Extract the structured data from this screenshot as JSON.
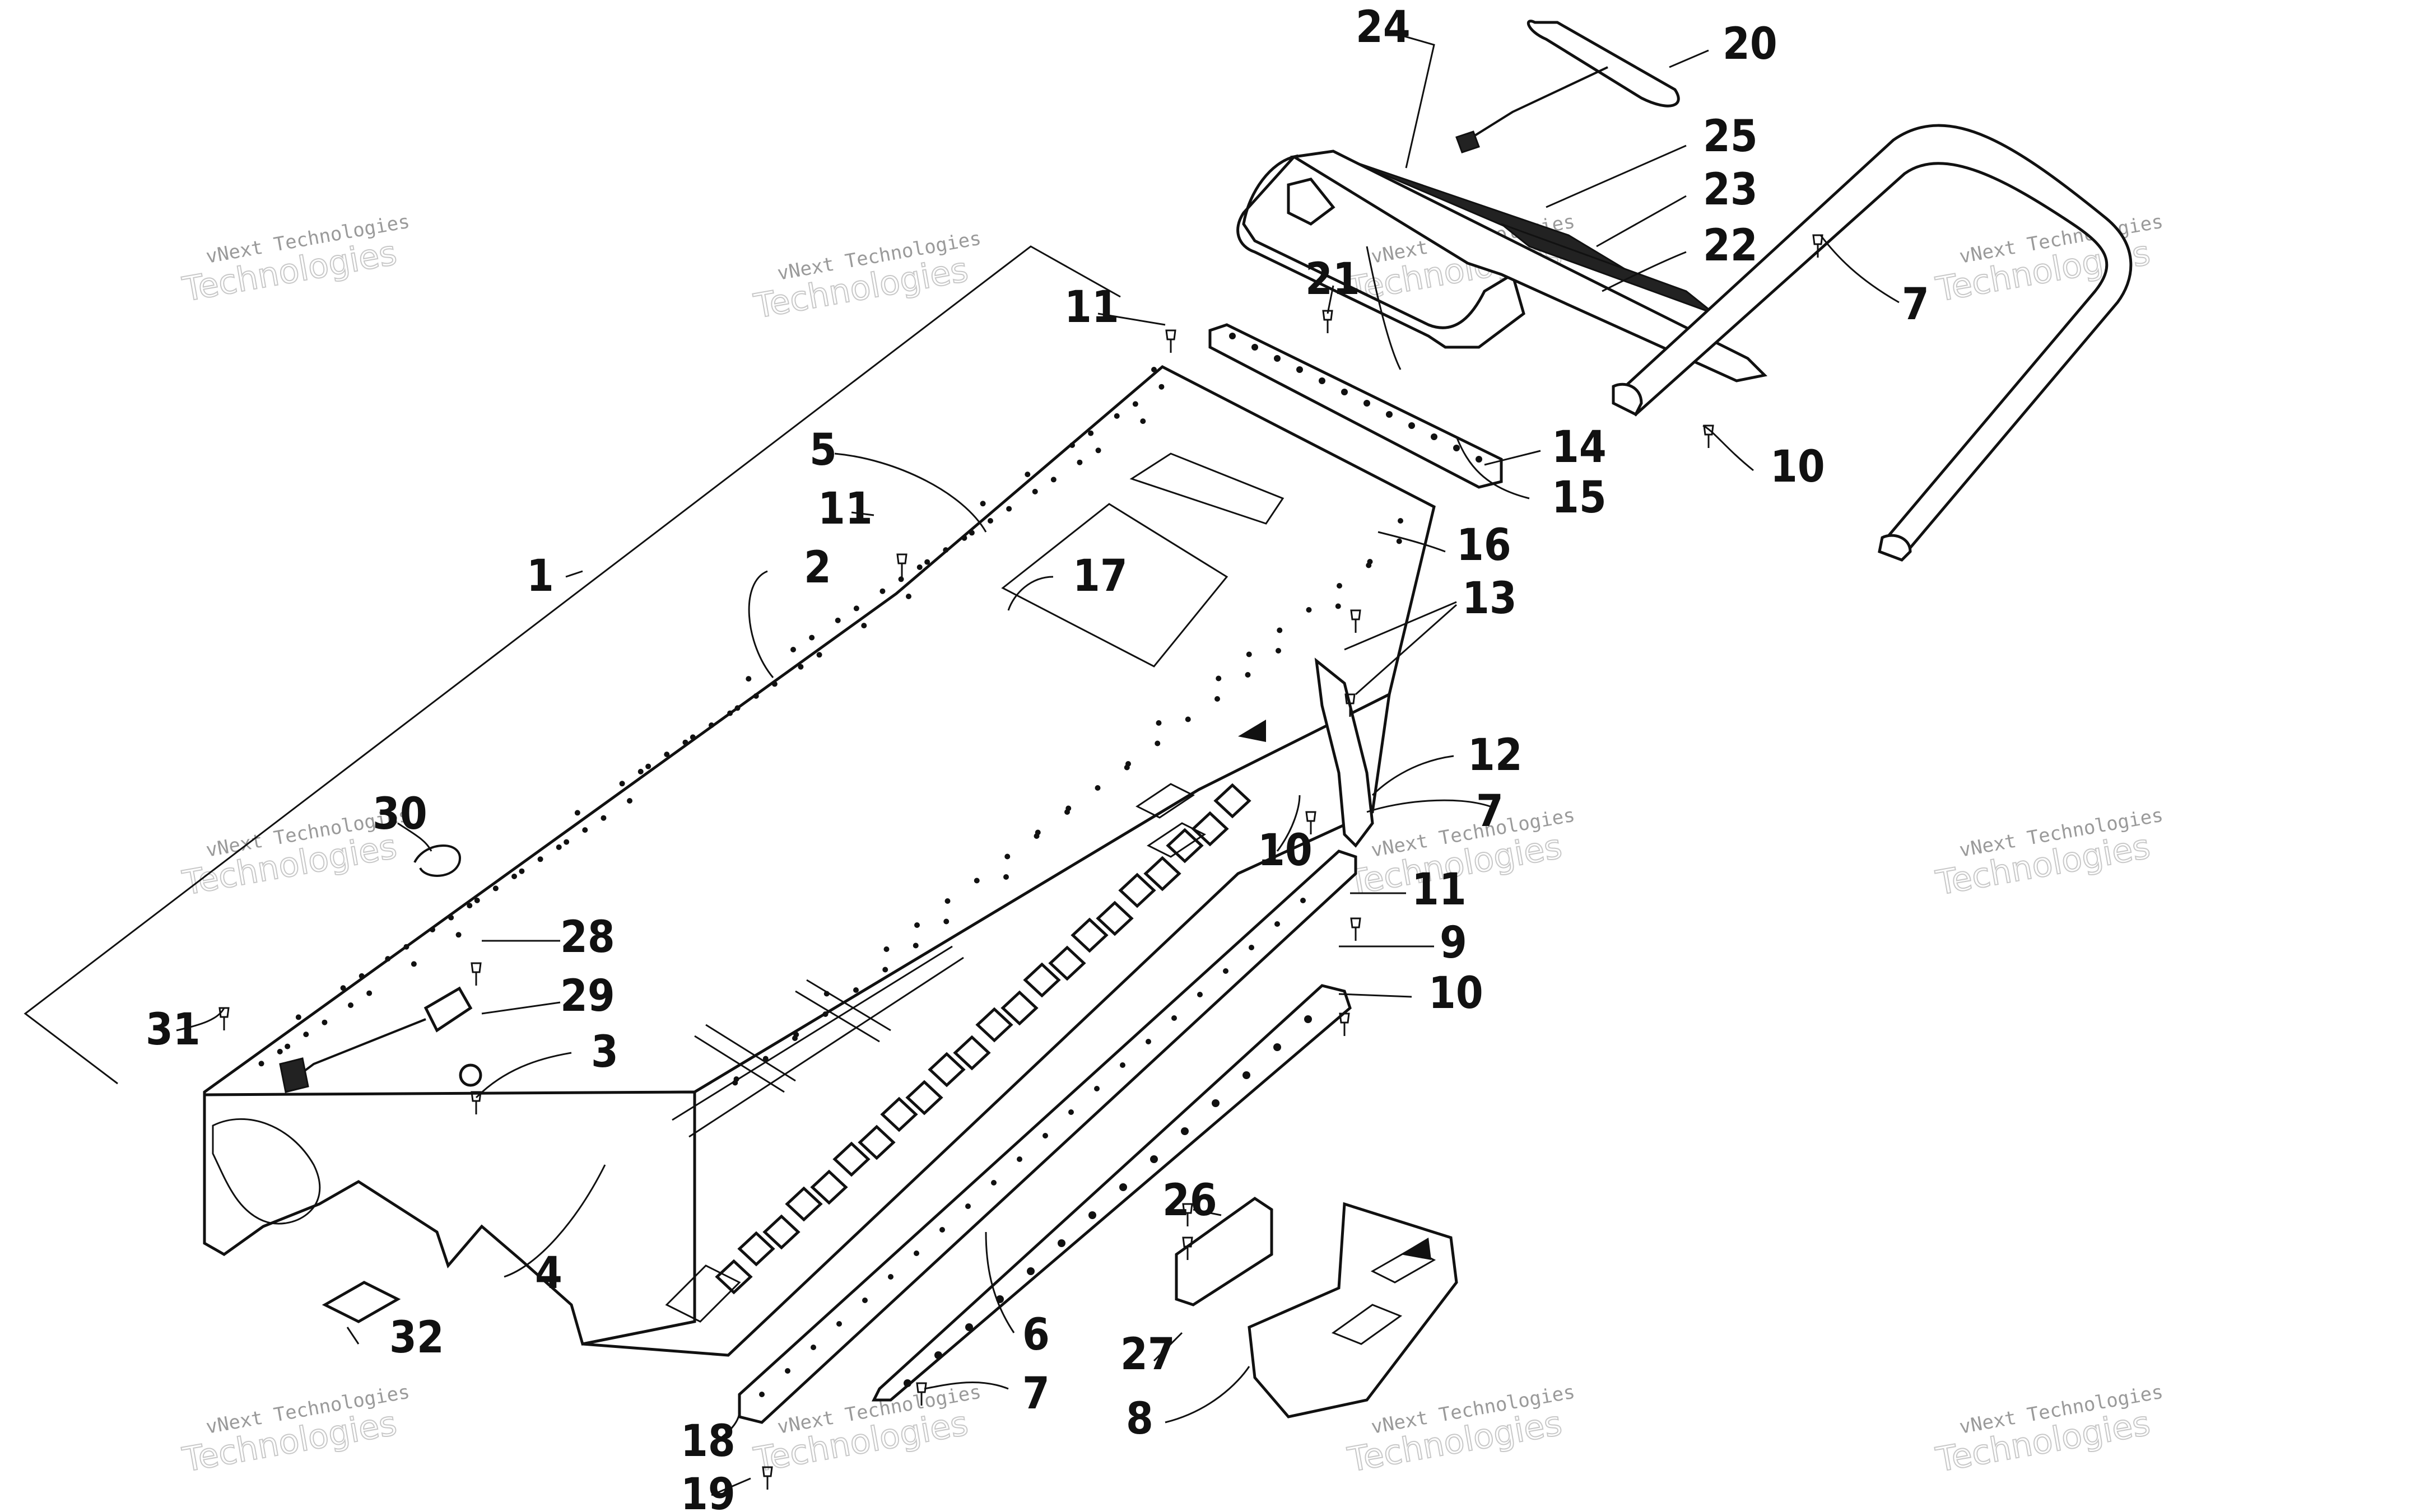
{
  "diagram": {
    "callouts": [
      {
        "id": "1",
        "label": "1"
      },
      {
        "id": "2",
        "label": "2"
      },
      {
        "id": "3",
        "label": "3"
      },
      {
        "id": "4",
        "label": "4"
      },
      {
        "id": "5",
        "label": "5"
      },
      {
        "id": "6",
        "label": "6"
      },
      {
        "id": "7a",
        "label": "7"
      },
      {
        "id": "7b",
        "label": "7"
      },
      {
        "id": "7c",
        "label": "7"
      },
      {
        "id": "8",
        "label": "8"
      },
      {
        "id": "9",
        "label": "9"
      },
      {
        "id": "10a",
        "label": "10"
      },
      {
        "id": "10b",
        "label": "10"
      },
      {
        "id": "10c",
        "label": "10"
      },
      {
        "id": "11a",
        "label": "11"
      },
      {
        "id": "11b",
        "label": "11"
      },
      {
        "id": "11c",
        "label": "11"
      },
      {
        "id": "12",
        "label": "12"
      },
      {
        "id": "13",
        "label": "13"
      },
      {
        "id": "14",
        "label": "14"
      },
      {
        "id": "15",
        "label": "15"
      },
      {
        "id": "16",
        "label": "16"
      },
      {
        "id": "17",
        "label": "17"
      },
      {
        "id": "18",
        "label": "18"
      },
      {
        "id": "19",
        "label": "19"
      },
      {
        "id": "20",
        "label": "20"
      },
      {
        "id": "21",
        "label": "21"
      },
      {
        "id": "22",
        "label": "22"
      },
      {
        "id": "23",
        "label": "23"
      },
      {
        "id": "24",
        "label": "24"
      },
      {
        "id": "25",
        "label": "25"
      },
      {
        "id": "26",
        "label": "26"
      },
      {
        "id": "27",
        "label": "27"
      },
      {
        "id": "28",
        "label": "28"
      },
      {
        "id": "29",
        "label": "29"
      },
      {
        "id": "30",
        "label": "30"
      },
      {
        "id": "31",
        "label": "31"
      },
      {
        "id": "32",
        "label": "32"
      }
    ],
    "watermark": {
      "line1": "vNext Technologies",
      "line2": "Technologies"
    }
  }
}
